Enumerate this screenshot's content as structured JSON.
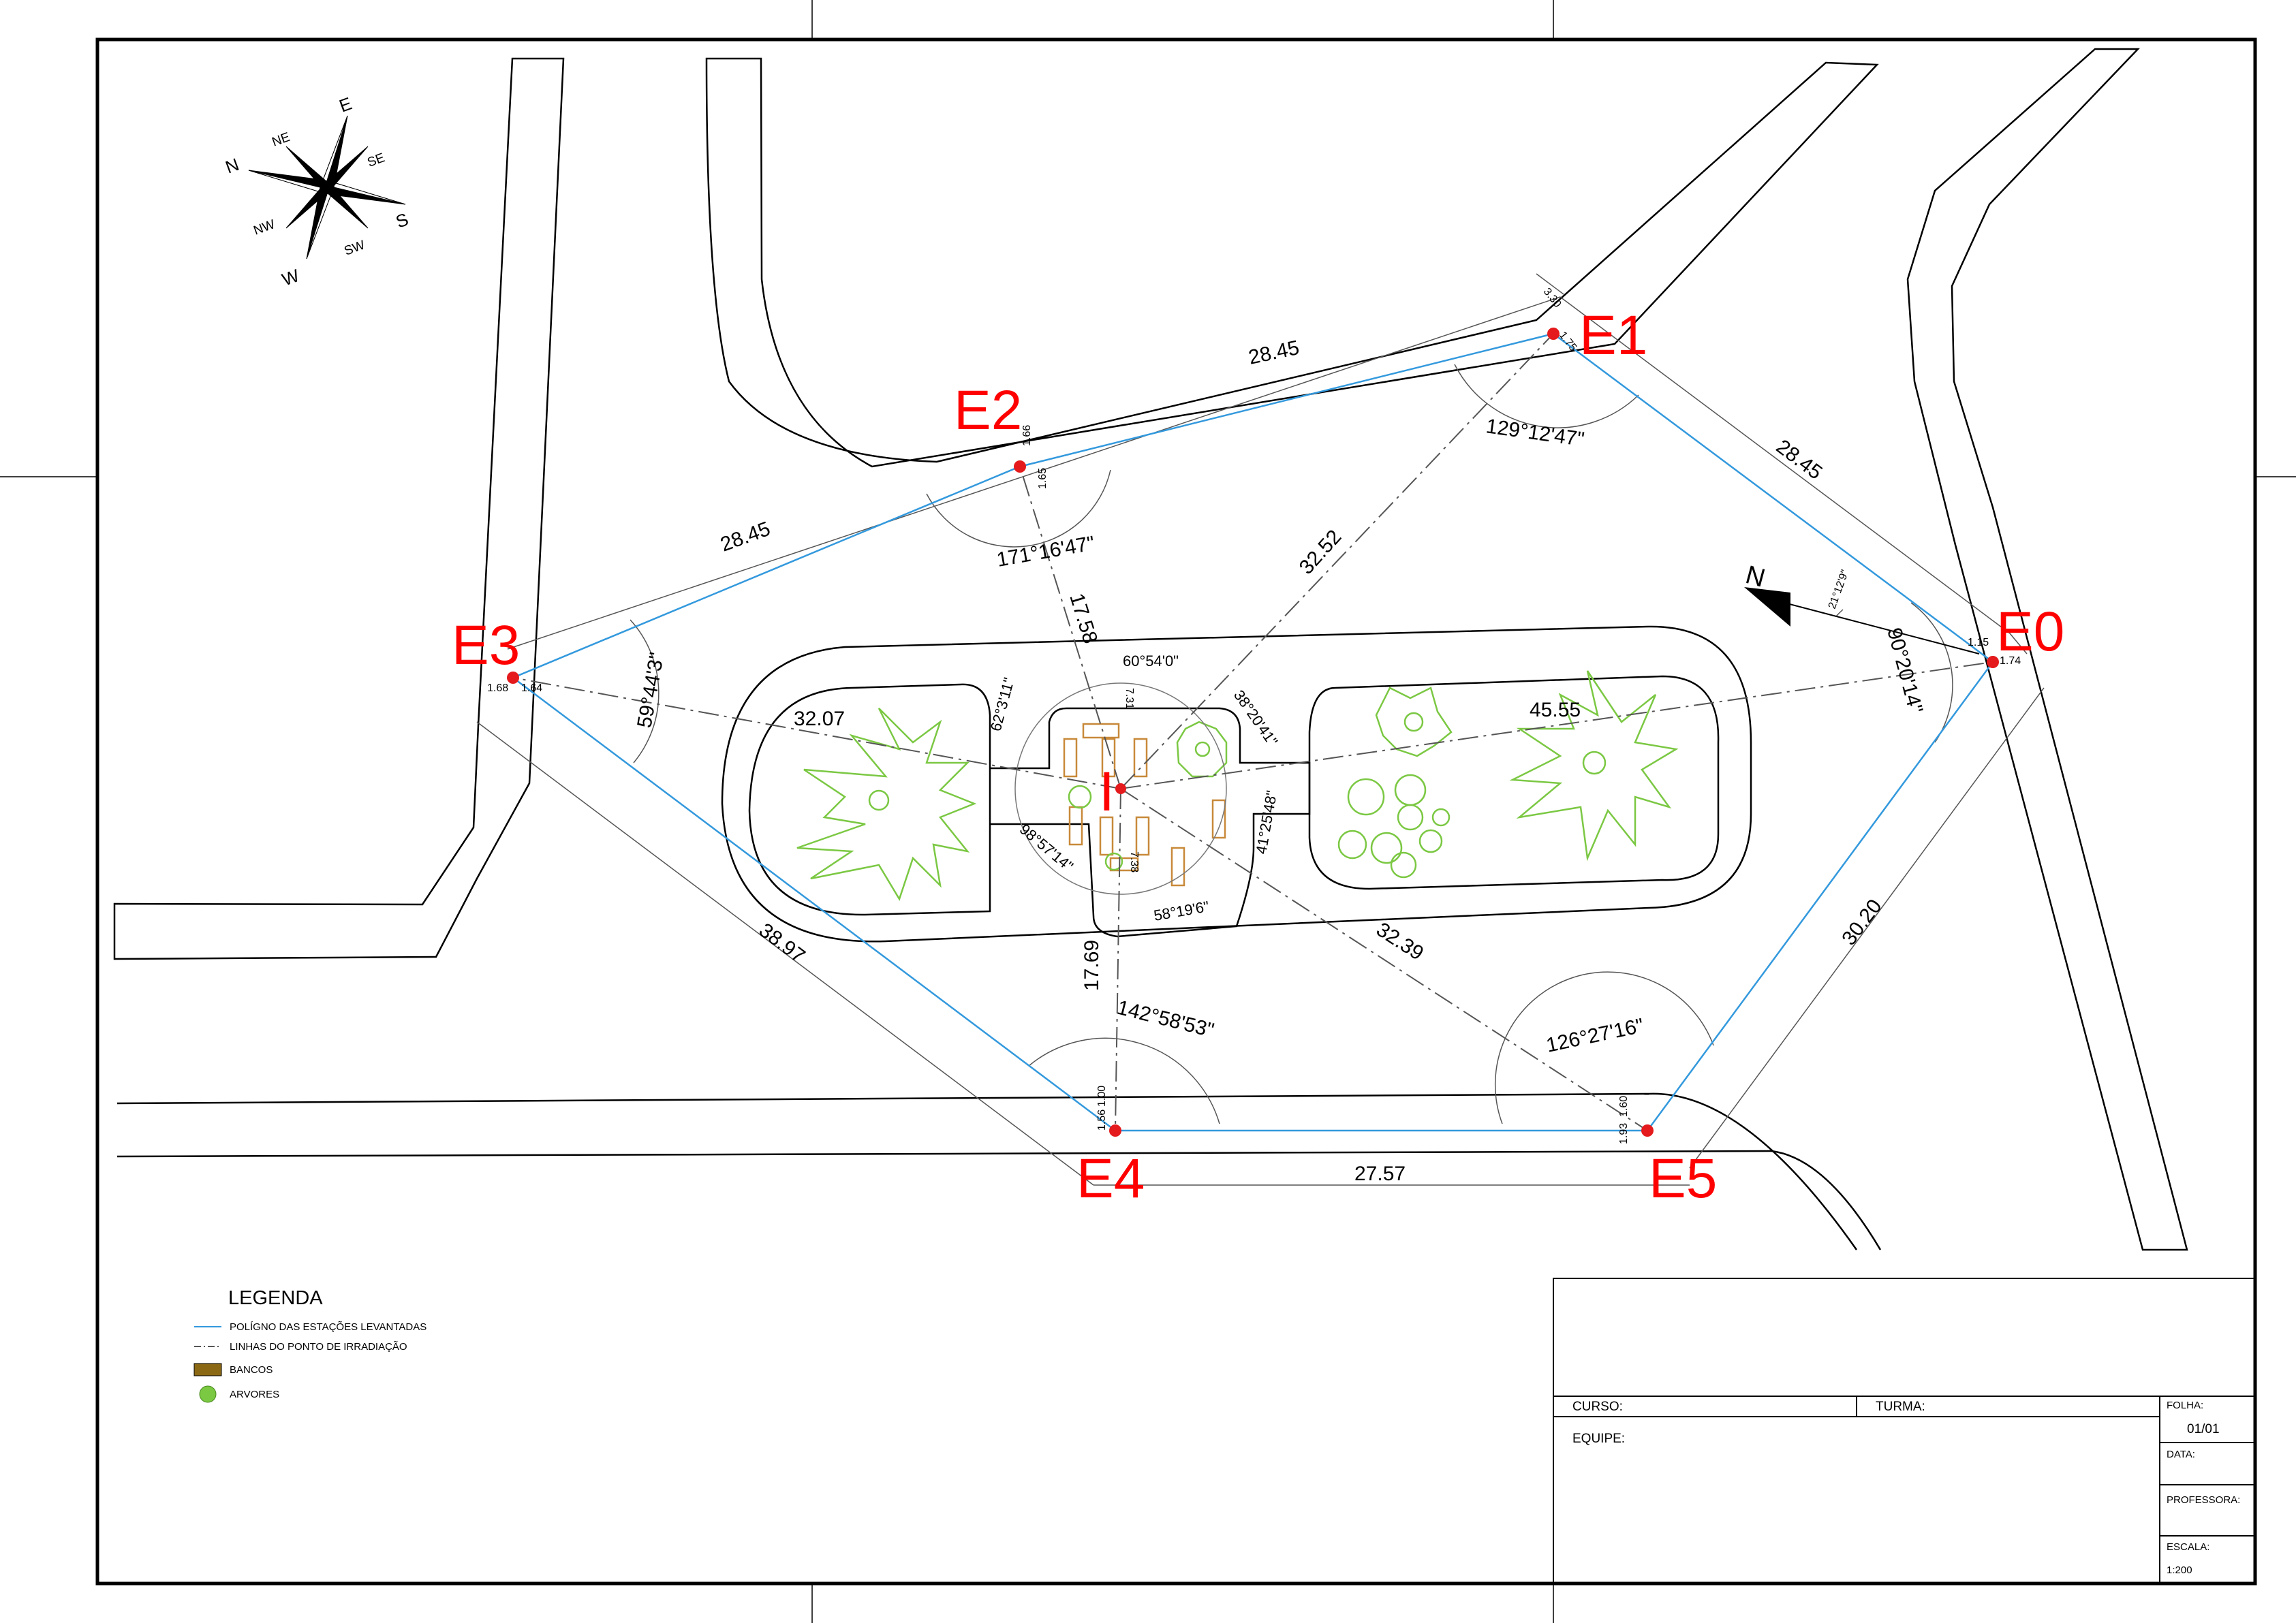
{
  "stations": {
    "e0": "E0",
    "e1": "E1",
    "e2": "E2",
    "e3": "E3",
    "e4": "E4",
    "e5": "E5",
    "center": "I"
  },
  "compass": {
    "n": "N",
    "ne": "NE",
    "e": "E",
    "se": "SE",
    "s": "S",
    "sw": "SW",
    "w": "W",
    "nw": "NW"
  },
  "north_arrow": {
    "label": "N"
  },
  "distances": {
    "e1_e2": "28.45",
    "e2_e3": "28.45",
    "e0_e1": "28.45",
    "e3_e4": "38.97",
    "e4_e5": "27.57",
    "e5_e0": "30.20",
    "i_e1": "32.52",
    "i_e2": "17.58",
    "i_e3": "32.07",
    "i_e0": "45.55",
    "i_e4": "17.69",
    "i_e5": "32.39"
  },
  "angles": {
    "e1": "129°12'47\"",
    "e2": "171°16'47\"",
    "e3": "59°44'3\"",
    "e0": "90°20'14\"",
    "e0_north": "21°12'9\"",
    "e4": "142°58'53\"",
    "e5": "126°27'16\"",
    "i_1": "60°54'0\"",
    "i_2": "62°3'11\"",
    "i_3": "38°20'41\"",
    "i_4": "41°25'48\"",
    "i_5": "98°57'14\"",
    "i_6": "58°19'6\""
  },
  "small_dims": {
    "e1_a": "3.30",
    "e1_b": "1.75",
    "e2_a": "1.66",
    "e2_b": "1.65",
    "e3_a": "1.68",
    "e3_b": "1.64",
    "e0_a": "1.15",
    "e0_b": "1.74",
    "e4_a": "1.56",
    "e4_b": "1.00",
    "e5_a": "1.93",
    "e5_b": "1.60",
    "i_top": "7.31",
    "i_bot": "7.38"
  },
  "legend": {
    "title": "LEGENDA",
    "items": [
      {
        "label": "POLÍGNO DAS ESTAÇÕES LEVANTADAS"
      },
      {
        "label": "LINHAS DO PONTO DE IRRADIAÇÃO"
      },
      {
        "label": "BANCOS"
      },
      {
        "label": "ARVORES"
      }
    ]
  },
  "title_block": {
    "curso": "CURSO:",
    "turma": "TURMA:",
    "equipe": "EQUIPE:",
    "folha": "FOLHA:",
    "folha_value": "01/01",
    "data": "DATA:",
    "professora": "PROFESSORA:",
    "escala": "ESCALA:",
    "escala_value": "1:200"
  },
  "colors": {
    "station": "#e41a1c",
    "polygon": "#3399dd",
    "tree": "#7bc843",
    "bench": "#c8893a",
    "line": "#000000"
  }
}
